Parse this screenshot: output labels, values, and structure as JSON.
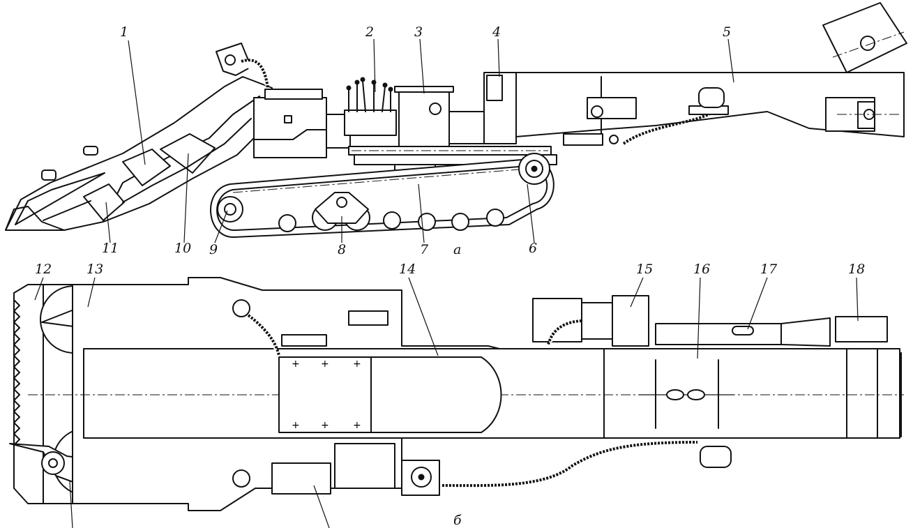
{
  "figure": {
    "view_labels": {
      "top_view": "а",
      "plan_view": "б"
    },
    "callouts": [
      {
        "id": "1",
        "text": "1"
      },
      {
        "id": "2",
        "text": "2"
      },
      {
        "id": "3",
        "text": "3"
      },
      {
        "id": "4",
        "text": "4"
      },
      {
        "id": "5",
        "text": "5"
      },
      {
        "id": "6",
        "text": "6"
      },
      {
        "id": "7",
        "text": "7"
      },
      {
        "id": "8",
        "text": "8"
      },
      {
        "id": "9",
        "text": "9"
      },
      {
        "id": "10",
        "text": "10"
      },
      {
        "id": "11",
        "text": "11"
      },
      {
        "id": "12",
        "text": "12"
      },
      {
        "id": "13",
        "text": "13"
      },
      {
        "id": "14",
        "text": "14"
      },
      {
        "id": "15",
        "text": "15"
      },
      {
        "id": "16",
        "text": "16"
      },
      {
        "id": "17",
        "text": "17"
      },
      {
        "id": "18",
        "text": "18"
      }
    ]
  }
}
